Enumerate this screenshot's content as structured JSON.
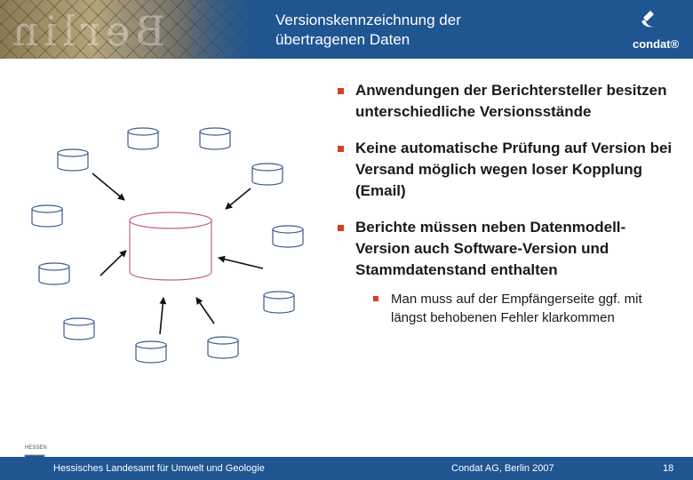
{
  "header": {
    "title_line1": "Versionskennzeichnung der",
    "title_line2": "übertragenen Daten",
    "photo_letters": "Berlin",
    "logo_text": "condat®"
  },
  "bullets": [
    {
      "text": "Anwendungen der Berichtersteller besitzen unterschiedliche Versionsstände"
    },
    {
      "text": "Keine automatische Prüfung auf Version bei Versand möglich wegen loser Kopplung (Email)"
    },
    {
      "text": "Berichte müssen neben Datenmodell-Version auch Software-Version und Stammdatenstand enthalten"
    }
  ],
  "sub_bullet": {
    "text": "Man muss auf der Empfängerseite ggf. mit längst behobenen Fehler klarkommen"
  },
  "footer": {
    "crest_label": "HESSEN",
    "left": "Hessisches Landesamt für Umwelt und Geologie",
    "middle": "Condat AG, Berlin 2007",
    "page": "18"
  },
  "colors": {
    "brand_blue": "#1f5591",
    "bullet_accent": "#d7401f",
    "central_db_border": "#c0667a"
  }
}
